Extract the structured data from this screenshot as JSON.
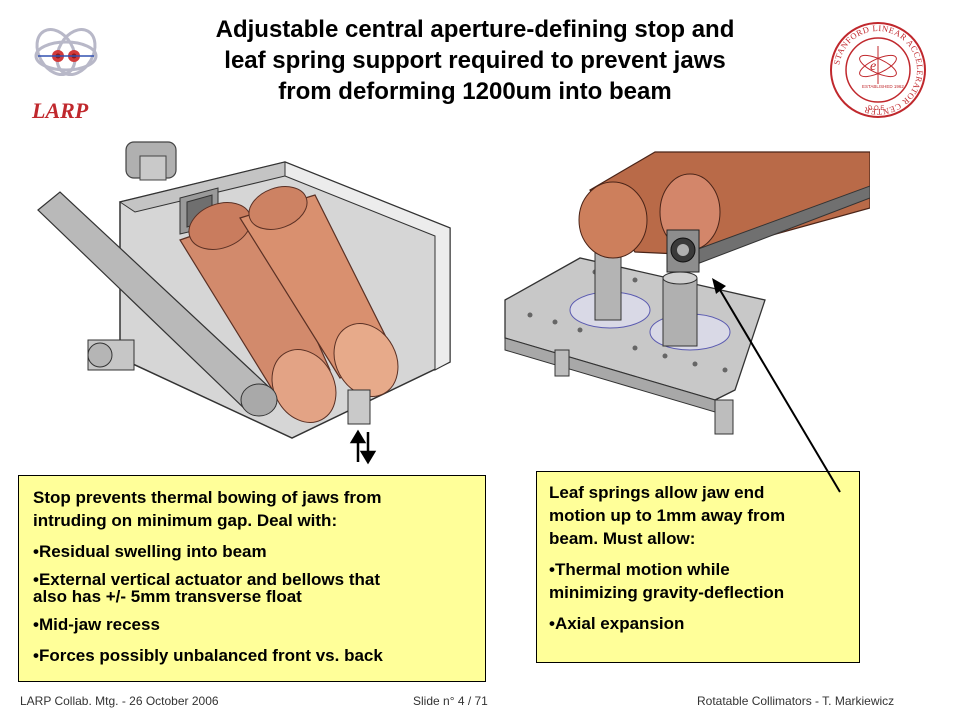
{
  "title": {
    "line1": "Adjustable central aperture-defining stop and",
    "line2": "leaf spring support required to prevent jaws",
    "line3": "from deforming 1200um into beam"
  },
  "logo_left": {
    "label": "LARP"
  },
  "logo_right": {
    "ring_text": "STANFORD LINEAR ACCELERATOR CENTER",
    "established": "ESTABLISHED 1962",
    "doe": "D.O.E."
  },
  "left_box": {
    "intro_line1": "Stop prevents thermal bowing of jaws from",
    "intro_line2": "intruding on minimum gap. Deal with:",
    "bullets": [
      "•Residual swelling into beam",
      "•External vertical actuator and bellows that",
      "also has +/- 5mm transverse float",
      "•Mid-jaw recess",
      "•Forces possibly unbalanced front vs. back"
    ]
  },
  "right_box": {
    "intro_line1": "Leaf springs allow jaw end",
    "intro_line2": "motion up to 1mm away from",
    "intro_line3": "beam. Must allow:",
    "bullets": [
      "•Thermal motion while",
      "minimizing gravity-deflection",
      "•Axial expansion"
    ]
  },
  "footer": {
    "left": "LARP Collab. Mtg.  - 26 October 2006",
    "center": "Slide n° 4 / 71",
    "right": "Rotatable Collimators - T. Markiewicz"
  },
  "colors": {
    "box_fill": "#ffff99",
    "copper": "#d9896a",
    "steel": "#bcbcbc",
    "larp_red": "#c0282d"
  }
}
